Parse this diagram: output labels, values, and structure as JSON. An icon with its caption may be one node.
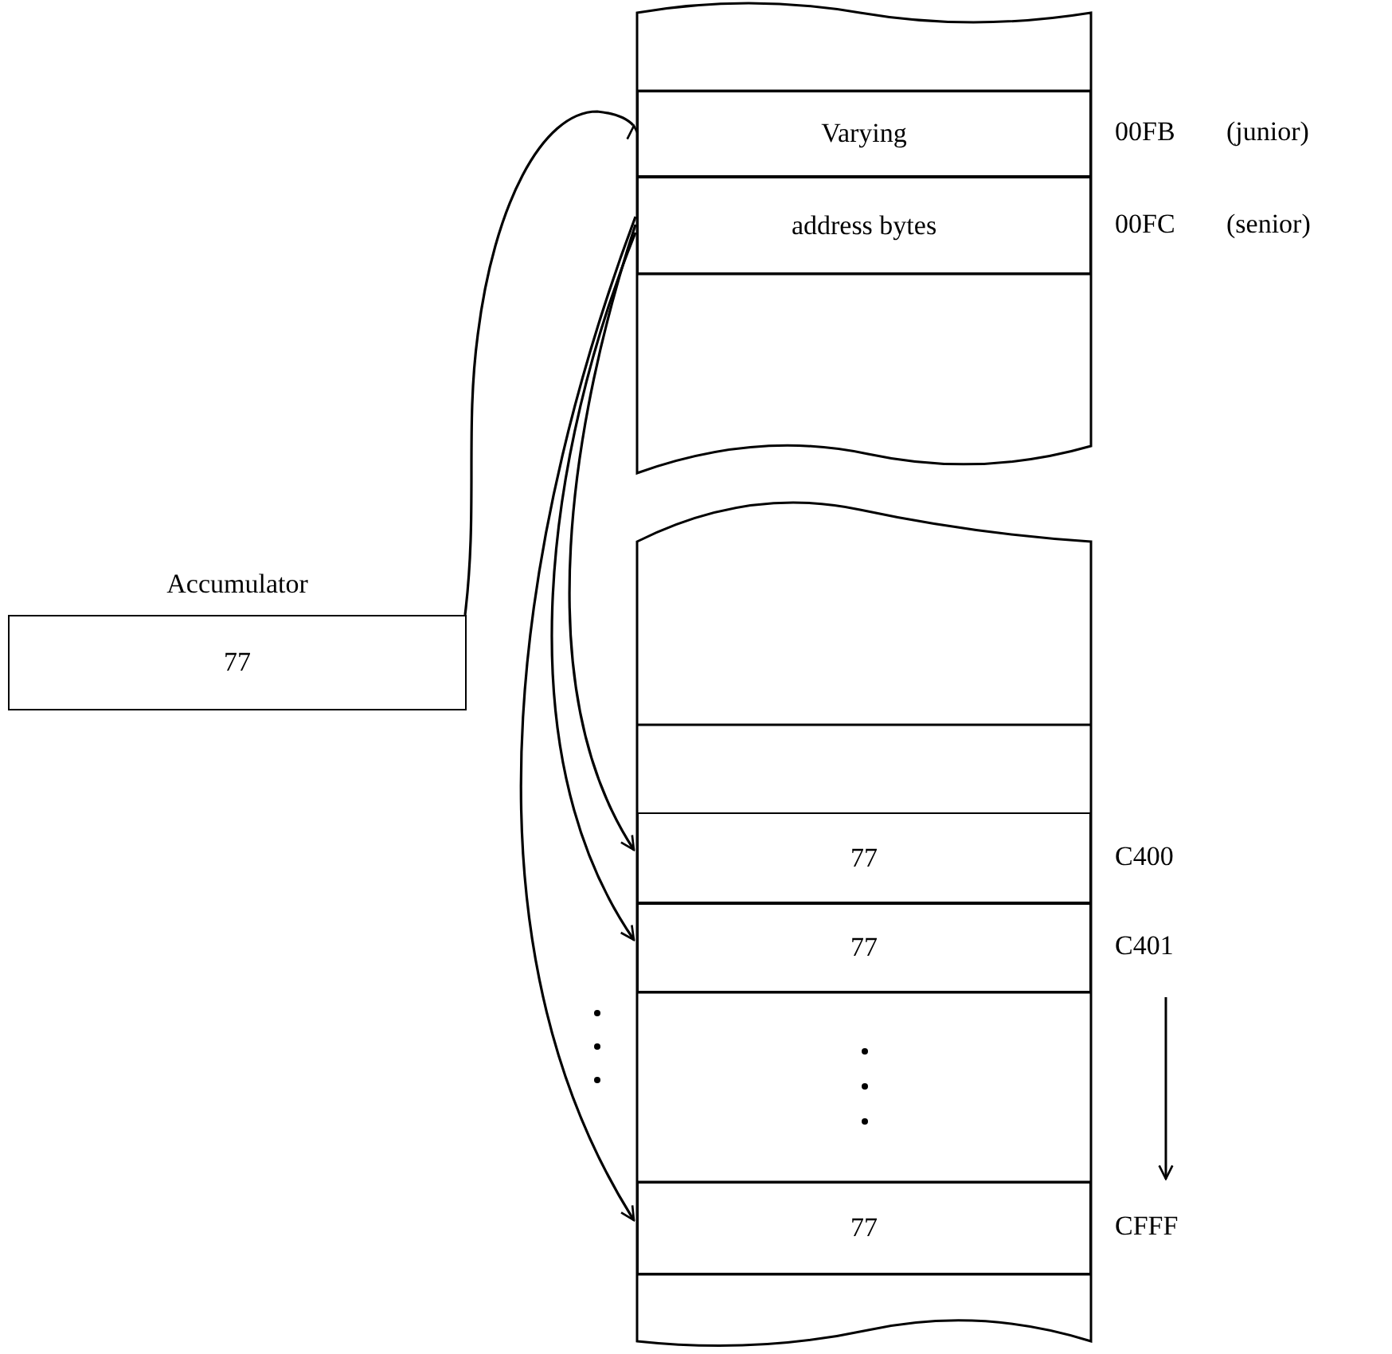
{
  "diagram": {
    "nodes": [
      {
        "text": [
          "Accumulator",
          "77"
        ]
      },
      {
        "text": [
          "Varying"
        ],
        "beside": [
          "00FB",
          "(junior)"
        ]
      },
      {
        "text": [
          "address bytes"
        ],
        "beside": [
          "00FC",
          "(senior)"
        ]
      },
      {
        "text": [
          "77"
        ],
        "beside": [
          "C400"
        ]
      },
      {
        "text": [
          "77"
        ],
        "beside": [
          "C401"
        ]
      },
      {
        "text": [
          "77"
        ],
        "beside": [
          "CFFF"
        ]
      }
    ],
    "edges": [
      {
        "from": 0,
        "to": 1,
        "arrow": "to"
      },
      {
        "from": 2,
        "to": 3,
        "arrow": "to"
      },
      {
        "from": 2,
        "to": 4,
        "arrow": "to"
      },
      {
        "from": 2,
        "to": 5,
        "arrow": "to"
      }
    ]
  }
}
